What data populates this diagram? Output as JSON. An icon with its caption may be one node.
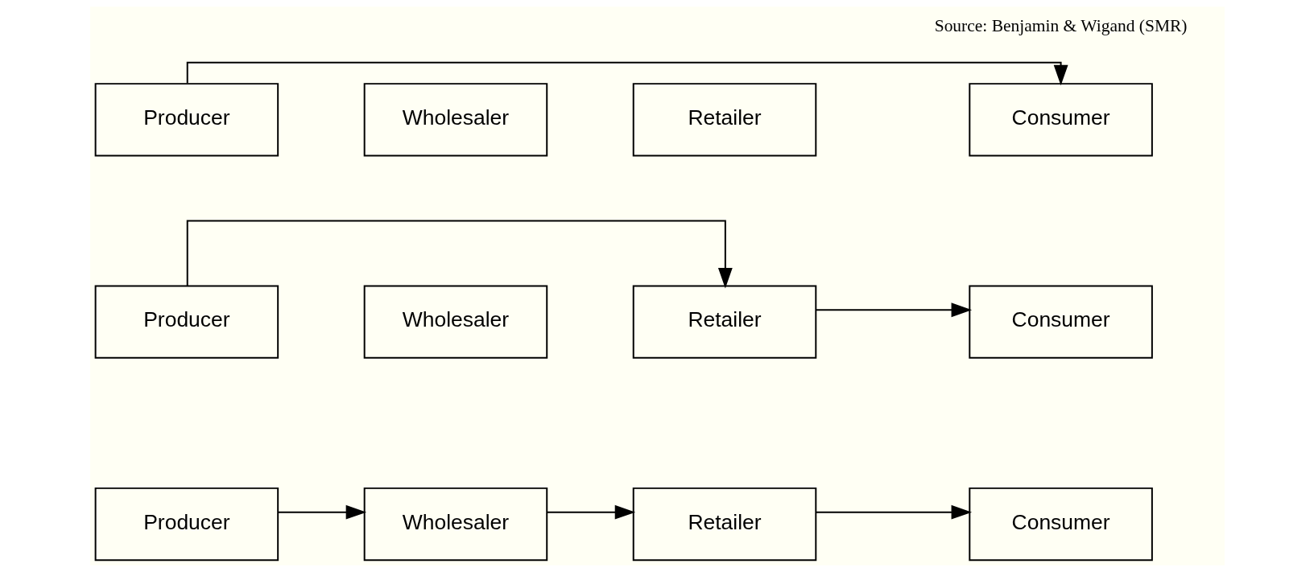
{
  "diagram": {
    "nodes": [
      {
        "text": [
          "Producer"
        ]
      },
      {
        "text": [
          "Wholesaler"
        ]
      },
      {
        "text": [
          "Retailer"
        ]
      },
      {
        "text": [
          "Consumer"
        ]
      },
      {
        "text": [
          "Producer"
        ]
      },
      {
        "text": [
          "Wholesaler"
        ]
      },
      {
        "text": [
          "Retailer"
        ]
      },
      {
        "text": [
          "Consumer"
        ]
      },
      {
        "text": [
          "Producer"
        ]
      },
      {
        "text": [
          "Wholesaler"
        ]
      },
      {
        "text": [
          "Retailer"
        ]
      },
      {
        "text": [
          "Consumer"
        ]
      }
    ],
    "edges": [
      {
        "from": 0,
        "to": 1,
        "arrow": "to"
      },
      {
        "from": 1,
        "to": 2,
        "arrow": "to"
      },
      {
        "from": 2,
        "to": 3,
        "arrow": "to"
      },
      {
        "from": 4,
        "to": 6,
        "arrow": "to"
      },
      {
        "from": 6,
        "to": 7,
        "arrow": "to"
      },
      {
        "from": 8,
        "to": 11,
        "arrow": "to"
      }
    ],
    "labels": [
      "Source: Benjamin & Wigand (SMR)"
    ]
  }
}
